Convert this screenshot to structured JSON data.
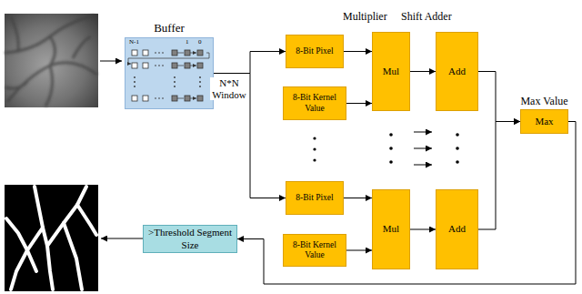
{
  "diagram": {
    "nodes": [
      {
        "text": [
          "Buffer"
        ]
      },
      {
        "text": [
          "8-Bit Pixel"
        ]
      },
      {
        "text": [
          "8-Bit Kernel Value"
        ]
      },
      {
        "text": [
          "8-Bit Pixel"
        ]
      },
      {
        "text": [
          "8-Bit Kernel Value"
        ]
      },
      {
        "text": [
          "Mul"
        ]
      },
      {
        "text": [
          "Mul"
        ]
      },
      {
        "text": [
          "Add"
        ]
      },
      {
        "text": [
          "Add"
        ]
      },
      {
        "text": [
          "Max Value",
          "Max"
        ]
      },
      {
        "text": [
          ">Threshold Segment Size"
        ]
      }
    ],
    "edges": [
      {
        "from": 0,
        "to": 1,
        "arrow": "to",
        "label": "N*N Window"
      },
      {
        "from": 0,
        "to": 3,
        "arrow": "to"
      },
      {
        "from": 1,
        "to": 5,
        "arrow": "to"
      },
      {
        "from": 2,
        "to": 5,
        "arrow": "to"
      },
      {
        "from": 3,
        "to": 6,
        "arrow": "to"
      },
      {
        "from": 4,
        "to": 6,
        "arrow": "to"
      },
      {
        "from": 5,
        "to": 7,
        "arrow": "to"
      },
      {
        "from": 6,
        "to": 8,
        "arrow": "to"
      },
      {
        "from": 7,
        "to": 9,
        "arrow": "to"
      },
      {
        "from": 8,
        "to": 9,
        "arrow": "to"
      },
      {
        "from": 9,
        "to": 10,
        "arrow": "to"
      }
    ],
    "labels": [
      "Multiplier",
      "Shift Adder",
      "N-1",
      "1",
      "0"
    ]
  }
}
